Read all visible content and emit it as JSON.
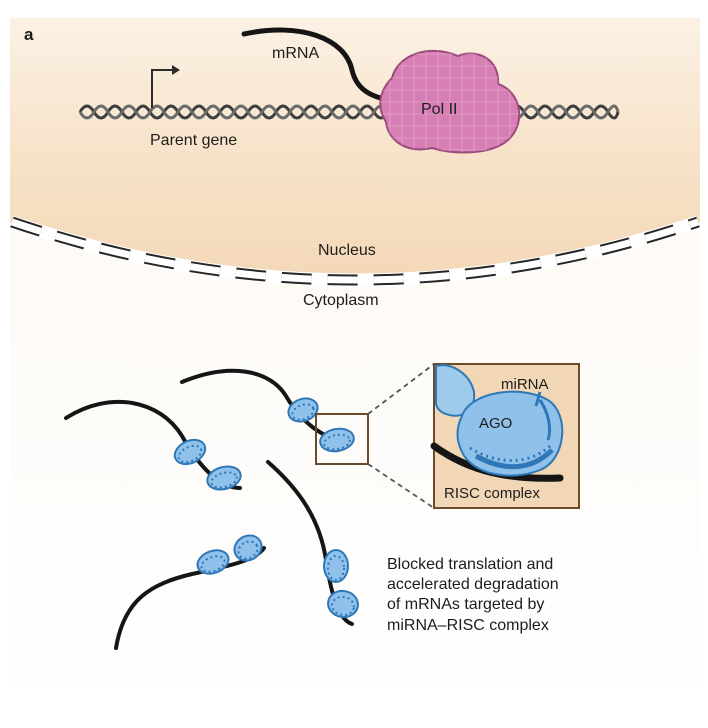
{
  "panel_label": "a",
  "labels": {
    "mrna": "mRNA",
    "pol2": "Pol II",
    "parent_gene": "Parent gene",
    "nucleus": "Nucleus",
    "cytoplasm": "Cytoplasm",
    "mirna": "miRNA",
    "ago": "AGO",
    "risc": "RISC complex"
  },
  "caption": [
    "Blocked translation and",
    "accelerated degradation",
    "of mRNAs targeted by",
    "miRNA–RISC complex"
  ],
  "colors": {
    "nucleus_fill": "#f6e2c8",
    "pol2": "#d77fb4",
    "risc_fill": "#8fc1ea",
    "risc_stroke": "#2f78b8",
    "inset_bg": "#f2d7b6",
    "rna": "#151515",
    "dna": "#404040"
  }
}
